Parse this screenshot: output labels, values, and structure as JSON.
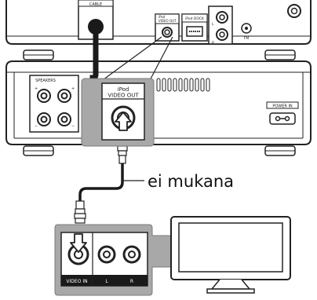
{
  "top_unit": {
    "cable_label": "CABLE",
    "ipod_video_out_small": [
      "iPod",
      "VIDEO OUT"
    ],
    "ipod_dock_label": "iPod DOCK",
    "audio_l": "L",
    "audio_r": "R",
    "fm_label": "FM"
  },
  "back_unit": {
    "speakers_label": "SPEAKERS",
    "power_in_label": "POWER IN",
    "ipod_callout_label": [
      "iPod",
      "VIDEO OUT"
    ]
  },
  "annotation": {
    "not_included": "ei mukana"
  },
  "tv_panel": {
    "video_in_label": "VIDEO IN",
    "l_label": "L",
    "r_label": "R"
  }
}
